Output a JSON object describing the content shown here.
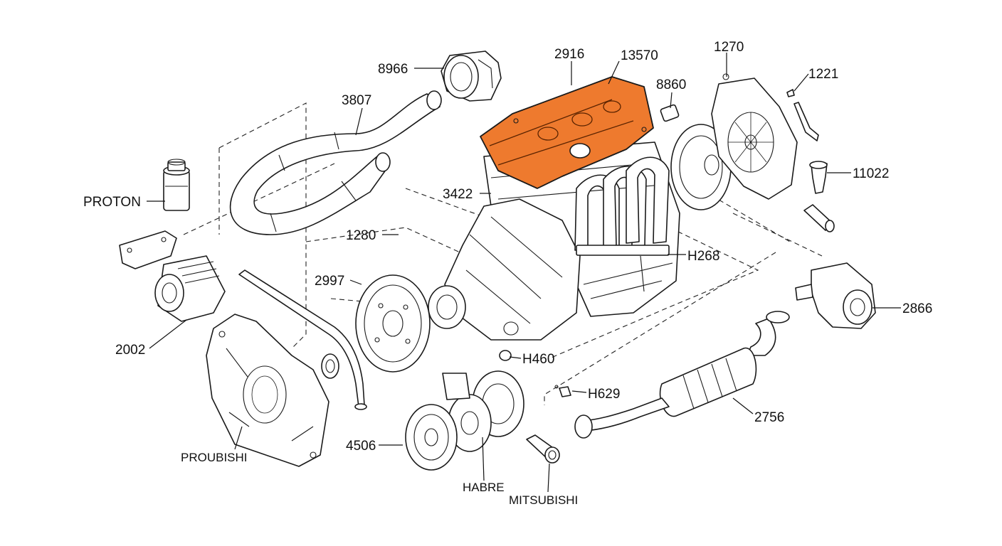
{
  "diagram": {
    "labels": {
      "hood_8966": "8966",
      "hose_3807": "3807",
      "filter_proton": "PROTON",
      "bracket_1280": "1280",
      "alternator_2002": "2002",
      "cover_proubishi": "PROUBISHI",
      "tube_4506": "4506",
      "pulley_habre": "HABRE",
      "sensor_mitsubishi": "MITSUBISHI",
      "flywheel_2997": "2997",
      "head_3422": "3422",
      "valve_cover_2916": "2916",
      "cap_13570": "13570",
      "fitting_8860": "8860",
      "timing_cover_1270": "1270",
      "clip_1221": "1221",
      "sender_11022": "11022",
      "oilpan_h268": "H268",
      "plug_h460": "H460",
      "clip_h629": "H629",
      "exhaust_2756": "2756",
      "pump_2866": "2866"
    },
    "accent_color": "#EE7A2E",
    "line_color": "#1a1a1a"
  }
}
